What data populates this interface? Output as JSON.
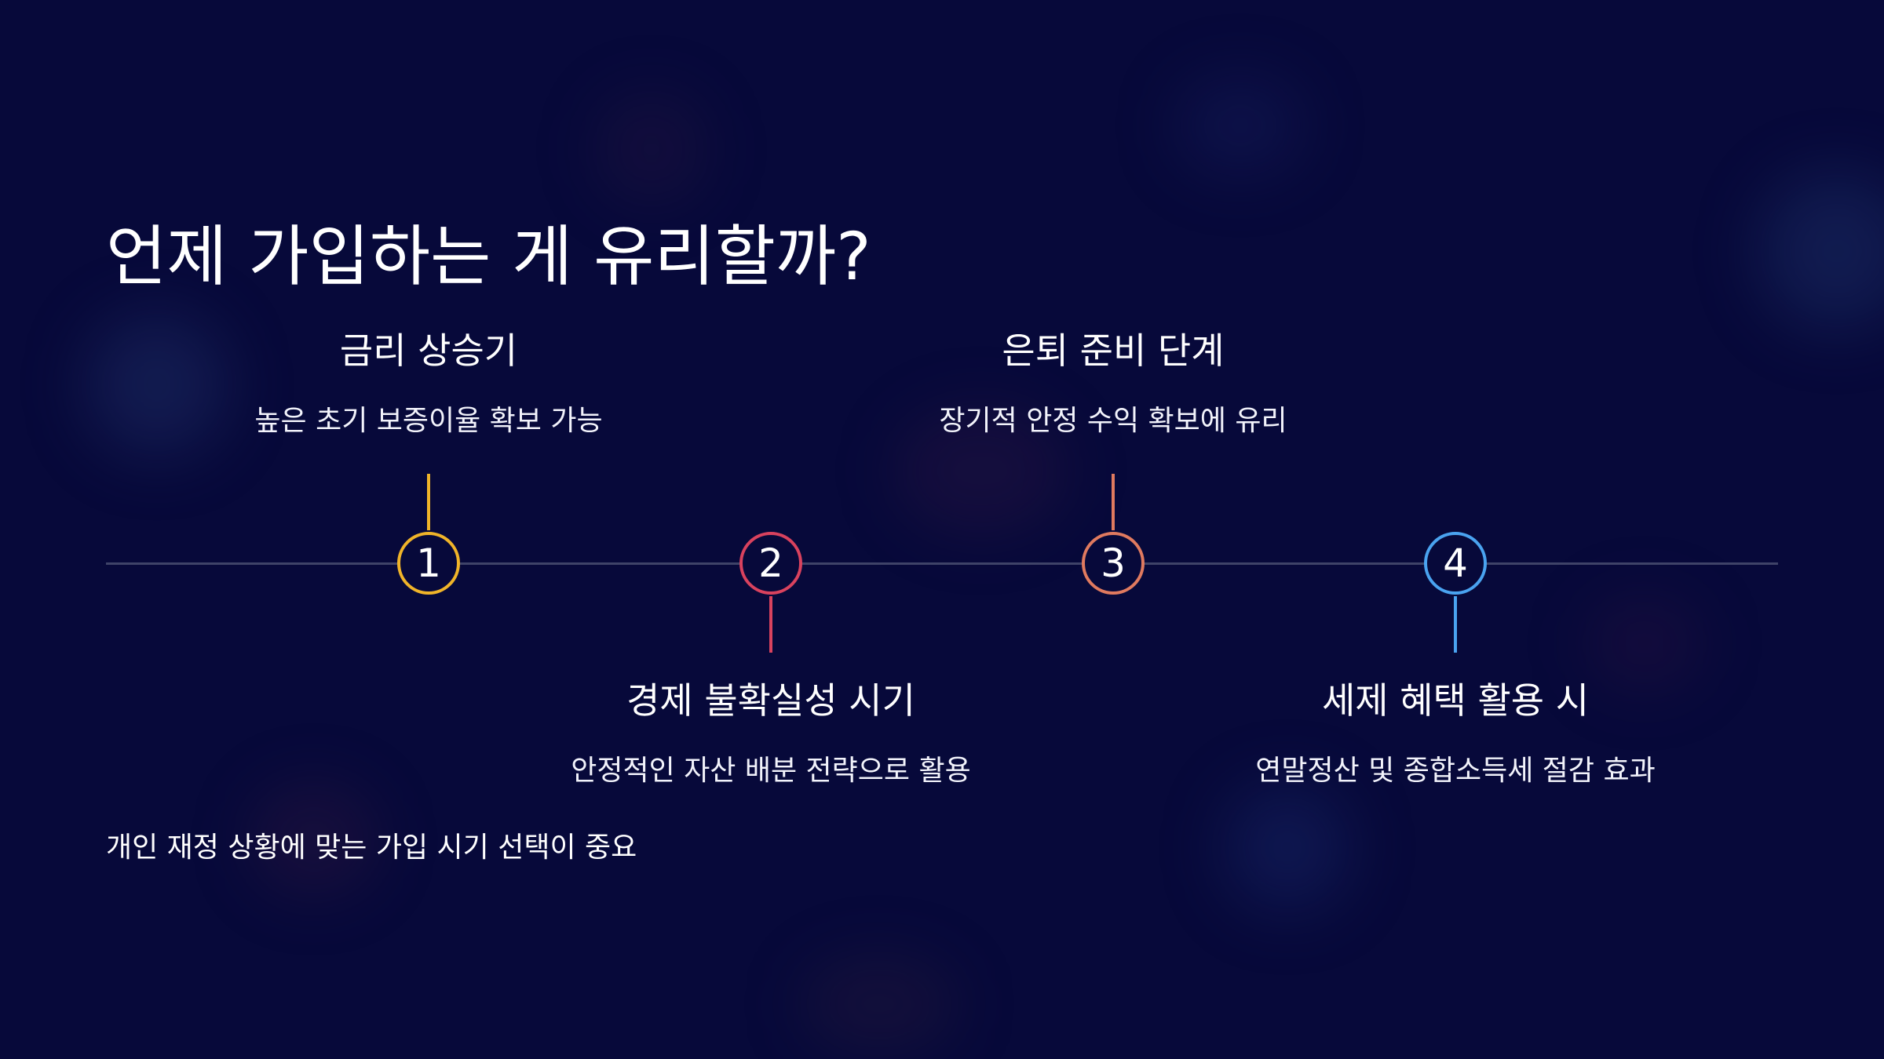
{
  "slide": {
    "title": "언제 가입하는 게 유리할까?",
    "footer_note": "개인 재정 상황에 맞는 가입 시기 선택이 중요"
  },
  "timeline": {
    "steps": [
      {
        "number": "1",
        "title": "금리 상승기",
        "description": "높은 초기 보증이율 확보 가능",
        "color": "#f0b429"
      },
      {
        "number": "2",
        "title": "경제 불확실성 시기",
        "description": "안정적인 자산 배분 전략으로 활용",
        "color": "#d9425e"
      },
      {
        "number": "3",
        "title": "은퇴 준비 단계",
        "description": "장기적 안정 수익 확보에 유리",
        "color": "#e07a5f"
      },
      {
        "number": "4",
        "title": "세제 혜택 활용 시",
        "description": "연말정산 및 종합소득세 절감 효과",
        "color": "#4aa3f0"
      }
    ]
  }
}
